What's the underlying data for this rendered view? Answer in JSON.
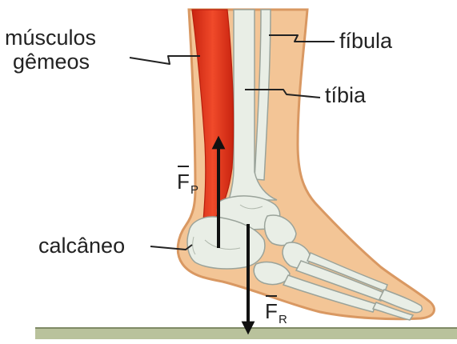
{
  "labels": {
    "musculos_line1": "músculos",
    "musculos_line2": "gêmeos",
    "fibula": "fíbula",
    "tibia": "tíbia",
    "calcaneo": "calcâneo"
  },
  "forces": {
    "fp": {
      "symbol": "F",
      "subscript": "P"
    },
    "fr": {
      "symbol": "F",
      "subscript": "R"
    }
  },
  "colors": {
    "skin": "#f3c596",
    "skin_outline": "#d99862",
    "muscle": "#e8361c",
    "muscle_dark": "#b81e0c",
    "bone": "#e9eee6",
    "bone_outline": "#9aa39a",
    "ground": "#b9c29c",
    "ground_edge": "#7f8a65",
    "ink": "#222222"
  }
}
